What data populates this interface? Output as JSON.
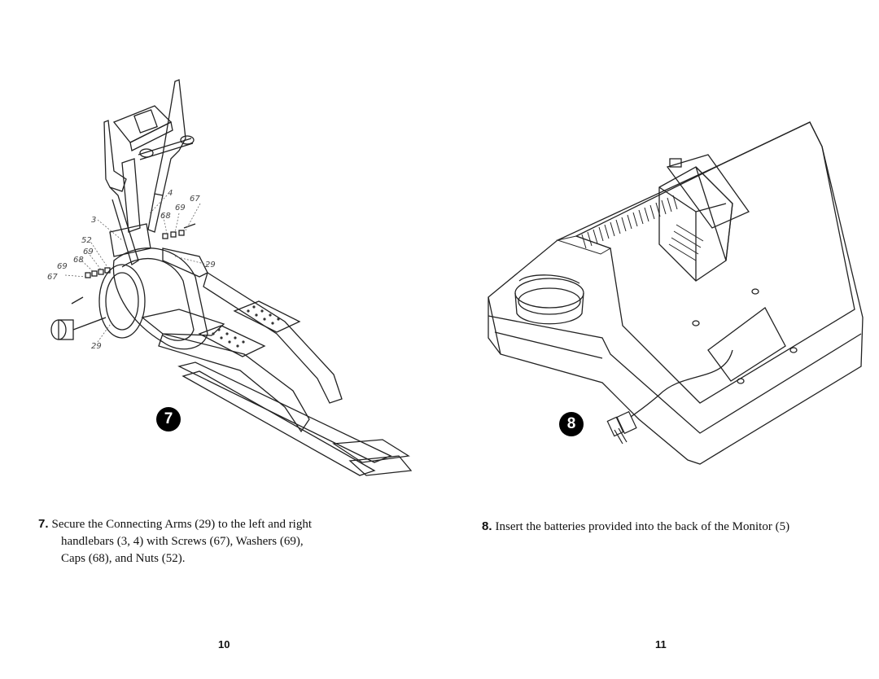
{
  "left_page": {
    "figure": {
      "badge": "7",
      "part_labels": [
        "4",
        "67",
        "69",
        "68",
        "3",
        "52",
        "69",
        "68",
        "69",
        "67",
        "29",
        "29"
      ]
    },
    "step": {
      "number": "7.",
      "line1": "Secure the Connecting Arms (29) to the left and right",
      "line2": "handlebars (3, 4) with Screws (67), Washers (69),",
      "line3": "Caps (68), and Nuts (52)."
    },
    "page_number": "10"
  },
  "right_page": {
    "figure": {
      "badge": "8"
    },
    "step": {
      "number": "8.",
      "text": "Insert the batteries provided into the back of the Monitor (5)"
    },
    "page_number": "11"
  }
}
